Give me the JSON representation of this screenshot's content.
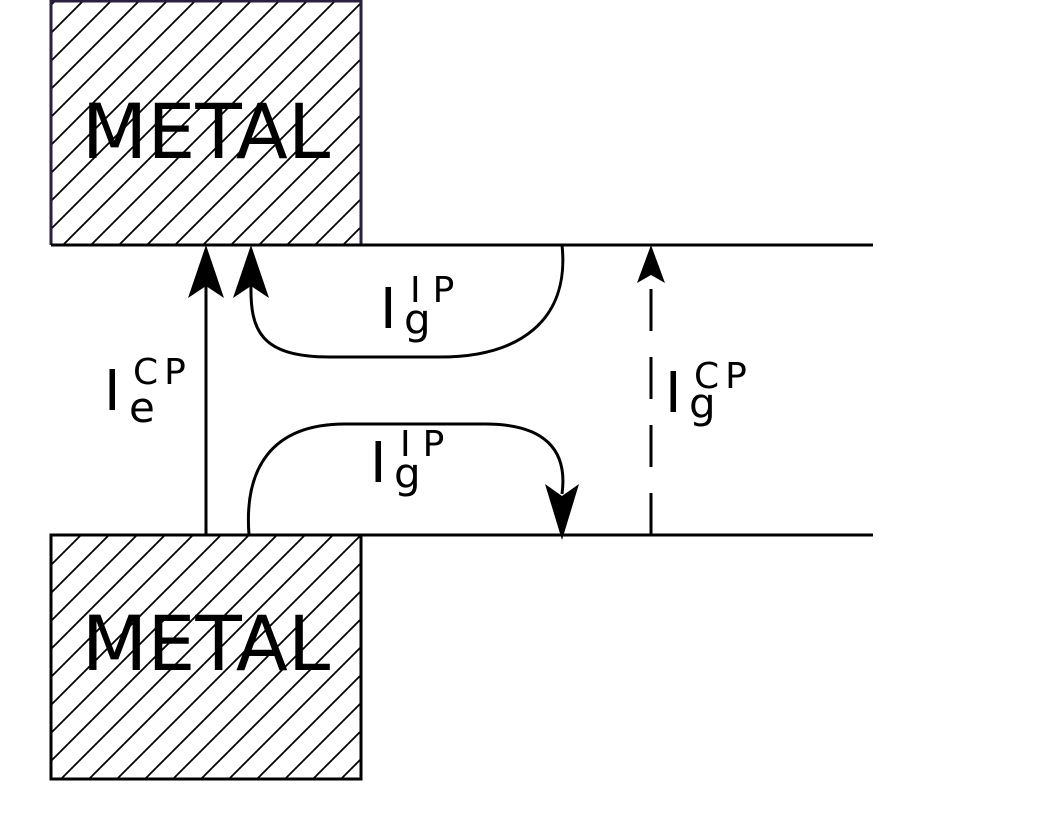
{
  "metal_top": {
    "label": "METAL"
  },
  "metal_bottom": {
    "label": "METAL"
  },
  "currents": {
    "ie_cp": {
      "main": "I",
      "sub": "e",
      "sup": "CP"
    },
    "ig_ip_upper": {
      "main": "I",
      "sub": "g",
      "sup": "IP"
    },
    "ig_ip_lower": {
      "main": "I",
      "sub": "g",
      "sup": "IP"
    },
    "ig_cp": {
      "main": "I",
      "sub": "g",
      "sup": "CP"
    }
  },
  "colors": {
    "line": "#000000",
    "top_metal_border": "#2a1f3d",
    "background": "#ffffff"
  }
}
